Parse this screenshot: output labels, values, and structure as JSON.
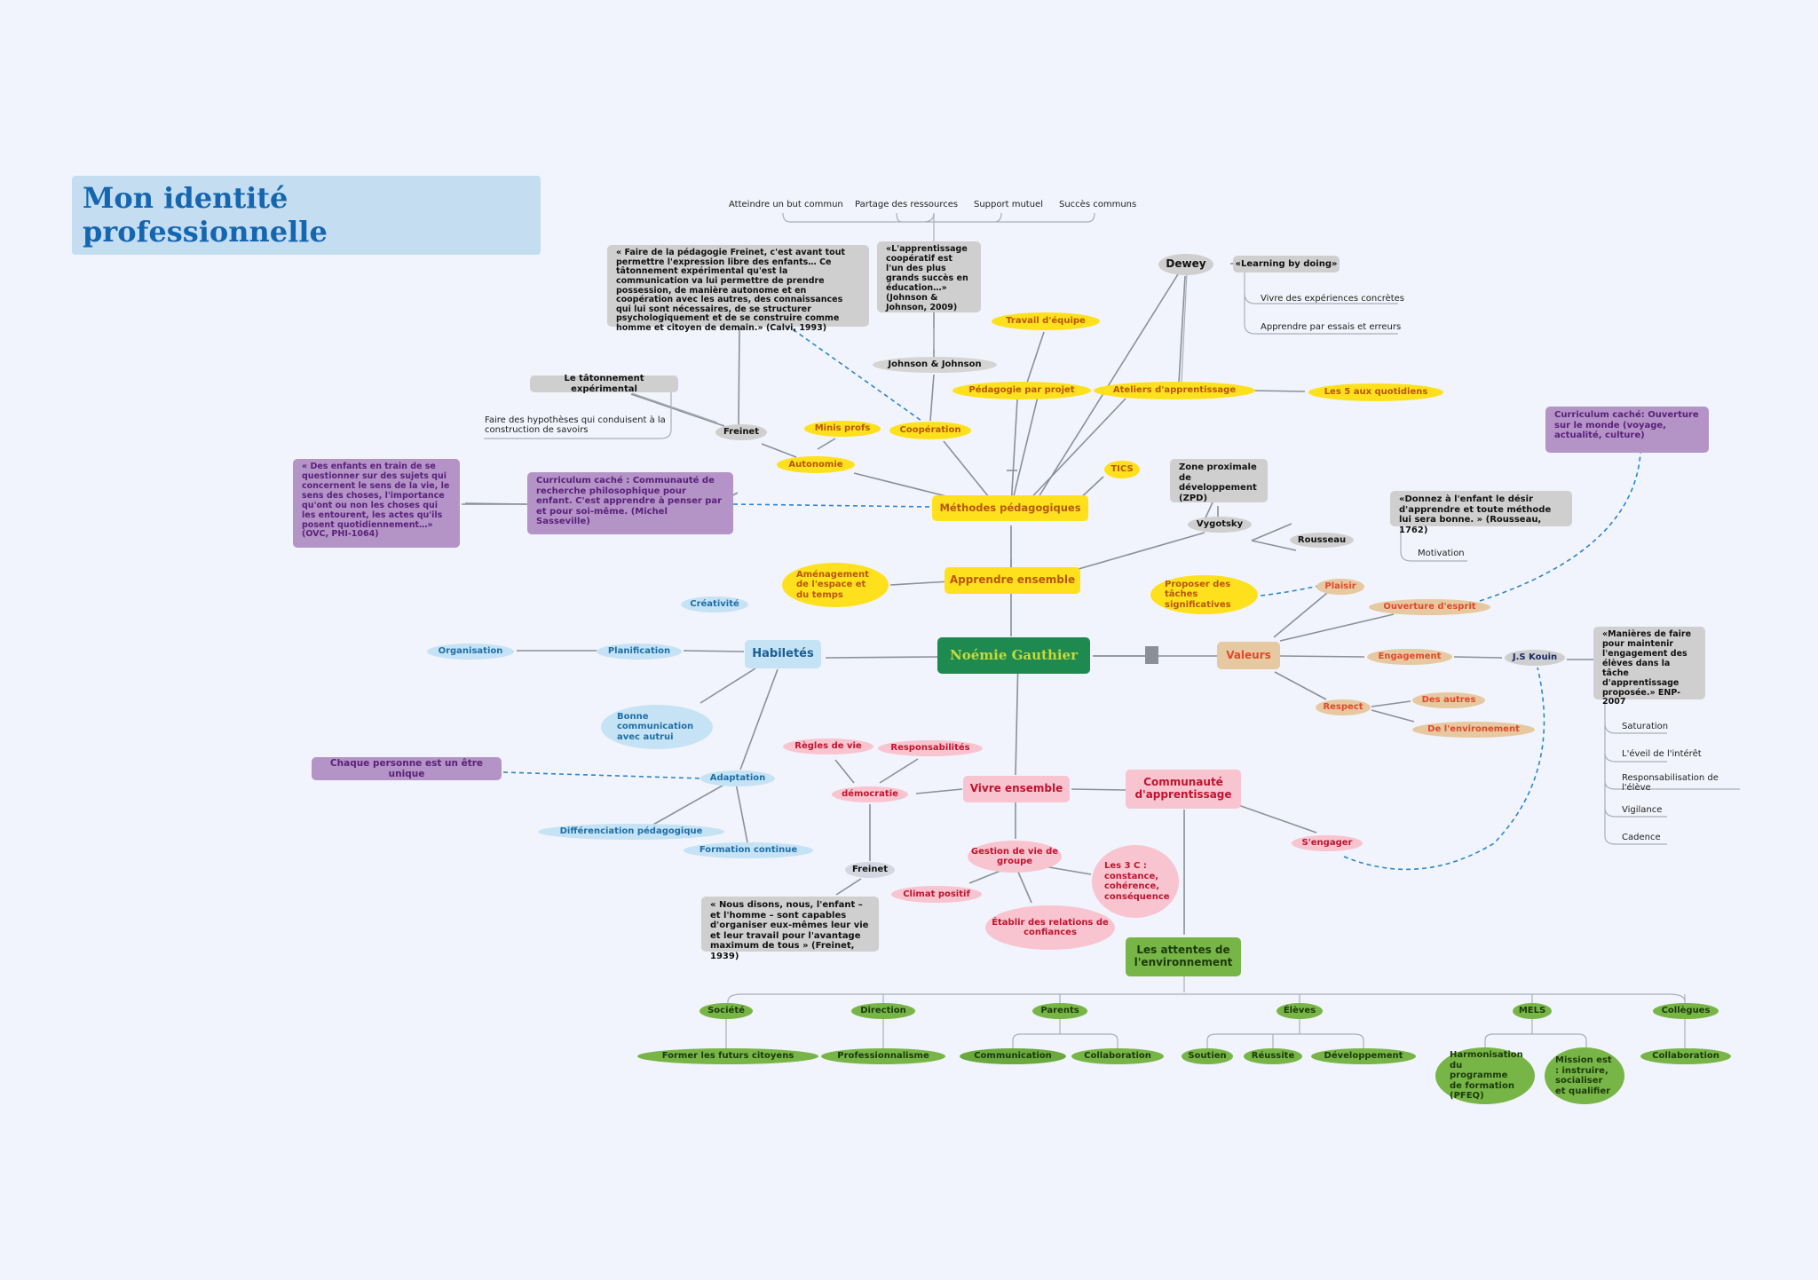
{
  "title": "Mon identité\nprofessionnelle",
  "central": "Noémie Gauthier",
  "methodes": {
    "root": "Méthodes pédagogiques",
    "pedagogie_projet": "Pédagogie par projet",
    "travail_equipe": "Travail d'équipe",
    "ateliers": "Ateliers d'apprentissage",
    "cinq_quotidiens": "Les 5 aux quotidiens",
    "dewey": "Dewey",
    "learning_by_doing": "«Learning by doing»",
    "vivre_experiences": "Vivre des expériences concrètes",
    "essais_erreurs": "Apprendre par essais et erreurs",
    "cooperation": "Coopération",
    "johnson": "Johnson & Johnson",
    "johnson_quote": "«L'apprentissage coopératif est l'un des plus grands succès en éducation…» (Johnson & Johnson, 2009)",
    "coop_items": [
      "Atteindre un but commun",
      "Partage des ressources",
      "Support mutuel",
      "Succès communs"
    ],
    "freinet_quote": "« Faire de la pédagogie Freinet, c'est avant tout permettre l'expression libre des enfants… Ce tâtonnement expérimental qu'est la communication va lui permettre de prendre possession, de manière autonome et en coopération avec les autres, des connaissances qui lui sont nécessaires, de se structurer psychologiquement et de se construire comme homme et citoyen de demain.» (Calvi, 1993)",
    "minis_profs": "Minis profs",
    "autonomie": "Autonomie",
    "freinet": "Freinet",
    "tatonnement": "Le tâtonnement expérimental",
    "hypotheses": "Faire des hypothèses qui conduisent à la construction de savoirs",
    "tics": "TICS",
    "curriculum_cache": "Curriculum caché : Communauté de recherche philosophique pour enfant. C'est apprendre à penser par et pour soi-même. (Michel Sasseville)",
    "ovc_quote": "« Des enfants en train de se questionner sur des sujets qui concernent le sens de la vie, le sens des choses, l'importance qu'ont ou non les choses qui les entourent, les actes qu'ils posent quotidiennement…» (OVC, PHI-1064)"
  },
  "apprendre": {
    "root": "Apprendre ensemble",
    "amenagement": "Aménagement de l'espace et du temps",
    "taches": "Proposer des tâches significatives",
    "vygotsky": "Vygotsky",
    "zpd": "Zone proximale de développement (ZPD)",
    "rousseau": "Rousseau",
    "rousseau_quote": "«Donnez à l'enfant le désir d'apprendre et toute méthode lui sera bonne. » (Rousseau, 1762)",
    "motivation": "Motivation"
  },
  "valeurs": {
    "root": "Valeurs",
    "plaisir": "Plaisir",
    "ouverture": "Ouverture d'esprit",
    "engagement": "Engagement",
    "respect": "Respect",
    "des_autres": "Des autres",
    "environnement": "De l'environement",
    "kouin": "J.S Kouin",
    "curriculum_monde": "Curriculum caché: Ouverture sur le monde (voyage, actualité, culture)",
    "kouin_quote": "«Manières de faire pour maintenir l'engagement des élèves dans la tâche d'apprentissage proposée.» ENP-2007",
    "kouin_items": [
      "Saturation",
      "L'éveil de l'intérêt",
      "Responsabilisation de l'élève",
      "Vigilance",
      "Cadence"
    ]
  },
  "habiletes": {
    "root": "Habiletés",
    "creativite": "Créativité",
    "planification": "Planification",
    "organisation": "Organisation",
    "communication": "Bonne communication avec autrui",
    "adaptation": "Adaptation",
    "personne_unique": "Chaque personne est un être unique",
    "differenciation": "Différenciation pédagogique",
    "formation": "Formation continue"
  },
  "vivre": {
    "root": "Vivre ensemble",
    "democratie": "démocratie",
    "regles": "Règles de vie",
    "responsabilites": "Responsabilités",
    "freinet": "Freinet",
    "freinet_quote": "« Nous disons, nous, l'enfant – et l'homme – sont capables d'organiser eux-mêmes leur vie et leur travail pour l'avantage maximum de tous » (Freinet, 1939)",
    "gestion": "Gestion de vie de groupe",
    "climat": "Climat positif",
    "relations": "Établir des relations de confiances",
    "trois_c": "Les 3 C : constance, cohérence, conséquence",
    "communaute": "Communauté d'apprentissage",
    "sengager": "S'engager"
  },
  "attentes": {
    "root": "Les attentes de l'environnement",
    "societe": "Société",
    "futurs_citoyens": "Former les futurs citoyens",
    "direction": "Direction",
    "professionnalisme": "Professionnalisme",
    "parents": "Parents",
    "communication": "Communication",
    "collaboration_parents": "Collaboration",
    "eleves": "Élèves",
    "soutien": "Soutien",
    "reussite": "Réussite",
    "developpement": "Développement",
    "mels": "MELS",
    "harmonisation": "Harmonisation du programme de formation (PFEQ)",
    "mission": "Mission est : instruire, socialiser et qualifier",
    "collegues": "Collègues",
    "collaboration_collegues": "Collaboration"
  },
  "colors": {
    "background": "#f1f4fc",
    "central": "#1e8a4f",
    "methodes": "#ffe01c",
    "vivre": "#f8c4cf",
    "habiletes": "#c6e3f5",
    "valeurs": "#e6c9a0",
    "attentes": "#78b547",
    "curriculum": "#b493c7",
    "quotes": "#cfcfcf"
  }
}
